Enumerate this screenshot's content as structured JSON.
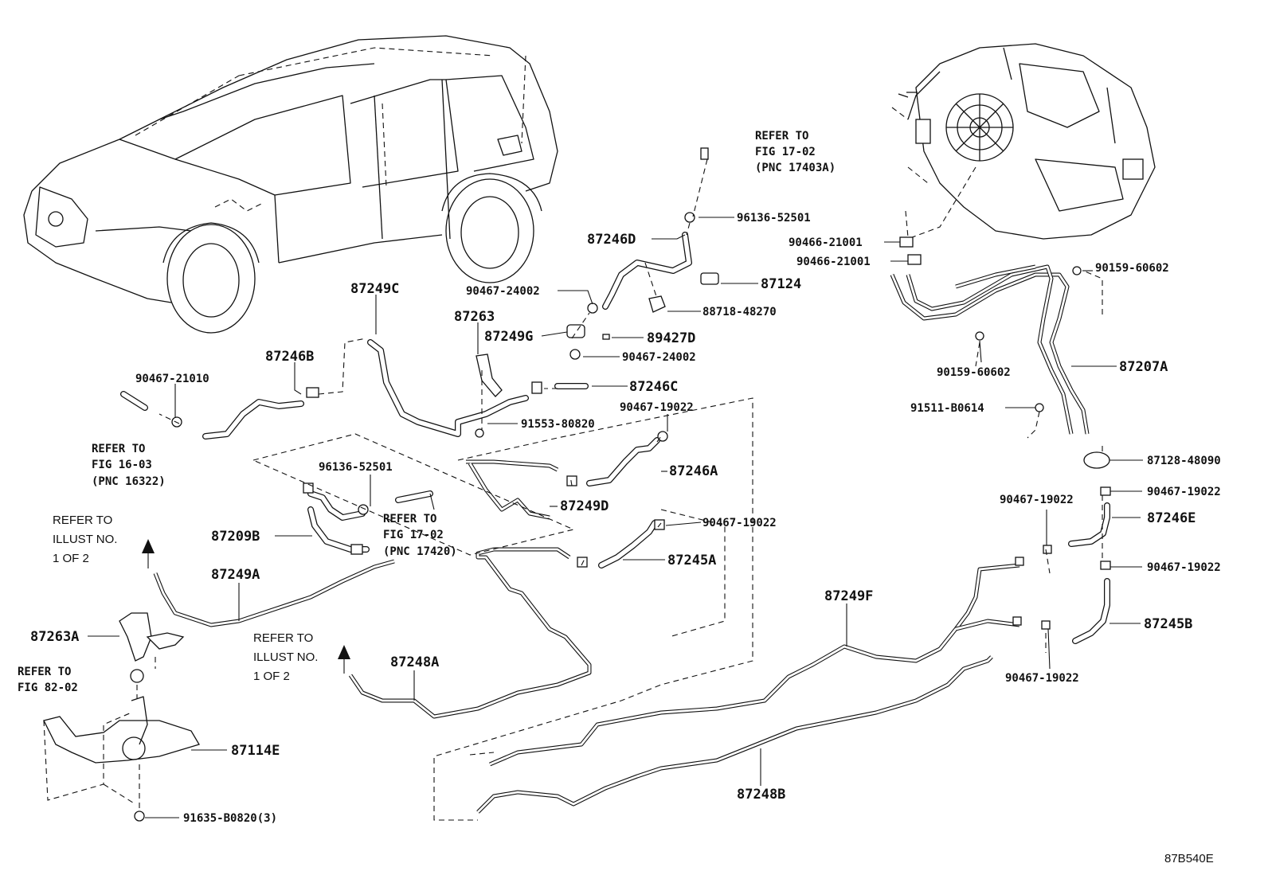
{
  "diagram_id": "87B540E",
  "callouts": [
    "87249C",
    "87246B",
    "90467-21010",
    "87263",
    "87249G",
    "90467-24002",
    "89427D",
    "90467-24002",
    "87246C",
    "91553-80820",
    "87246D",
    "96136-52501",
    "87124",
    "88718-48270",
    "90466-21001",
    "90466-21001",
    "90159-60602",
    "90159-60602",
    "87207A",
    "91511-B0614",
    "87128-48090",
    "90467-19022",
    "87246E",
    "90467-19022",
    "90467-19022",
    "87245B",
    "90467-19022",
    "90467-19022",
    "87246A",
    "87249D",
    "96136-52501",
    "87209B",
    "90467-19022",
    "87245A",
    "87249A",
    "87263A",
    "87248A",
    "87249F",
    "87114E",
    "87248B",
    "91635-B0820(3)"
  ],
  "references": [
    [
      "REFER TO",
      "FIG 17-02",
      "(PNC 17403A)"
    ],
    [
      "REFER TO",
      "FIG 16-03",
      "(PNC 16322)"
    ],
    [
      "REFER TO",
      "FIG 17-02",
      "(PNC 17420)"
    ],
    [
      "REFER TO",
      "ILLUST NO.",
      "1 OF 2"
    ],
    [
      "REFER TO",
      "ILLUST NO.",
      "1 OF 2"
    ],
    [
      "REFER TO",
      "FIG 82-02"
    ]
  ]
}
